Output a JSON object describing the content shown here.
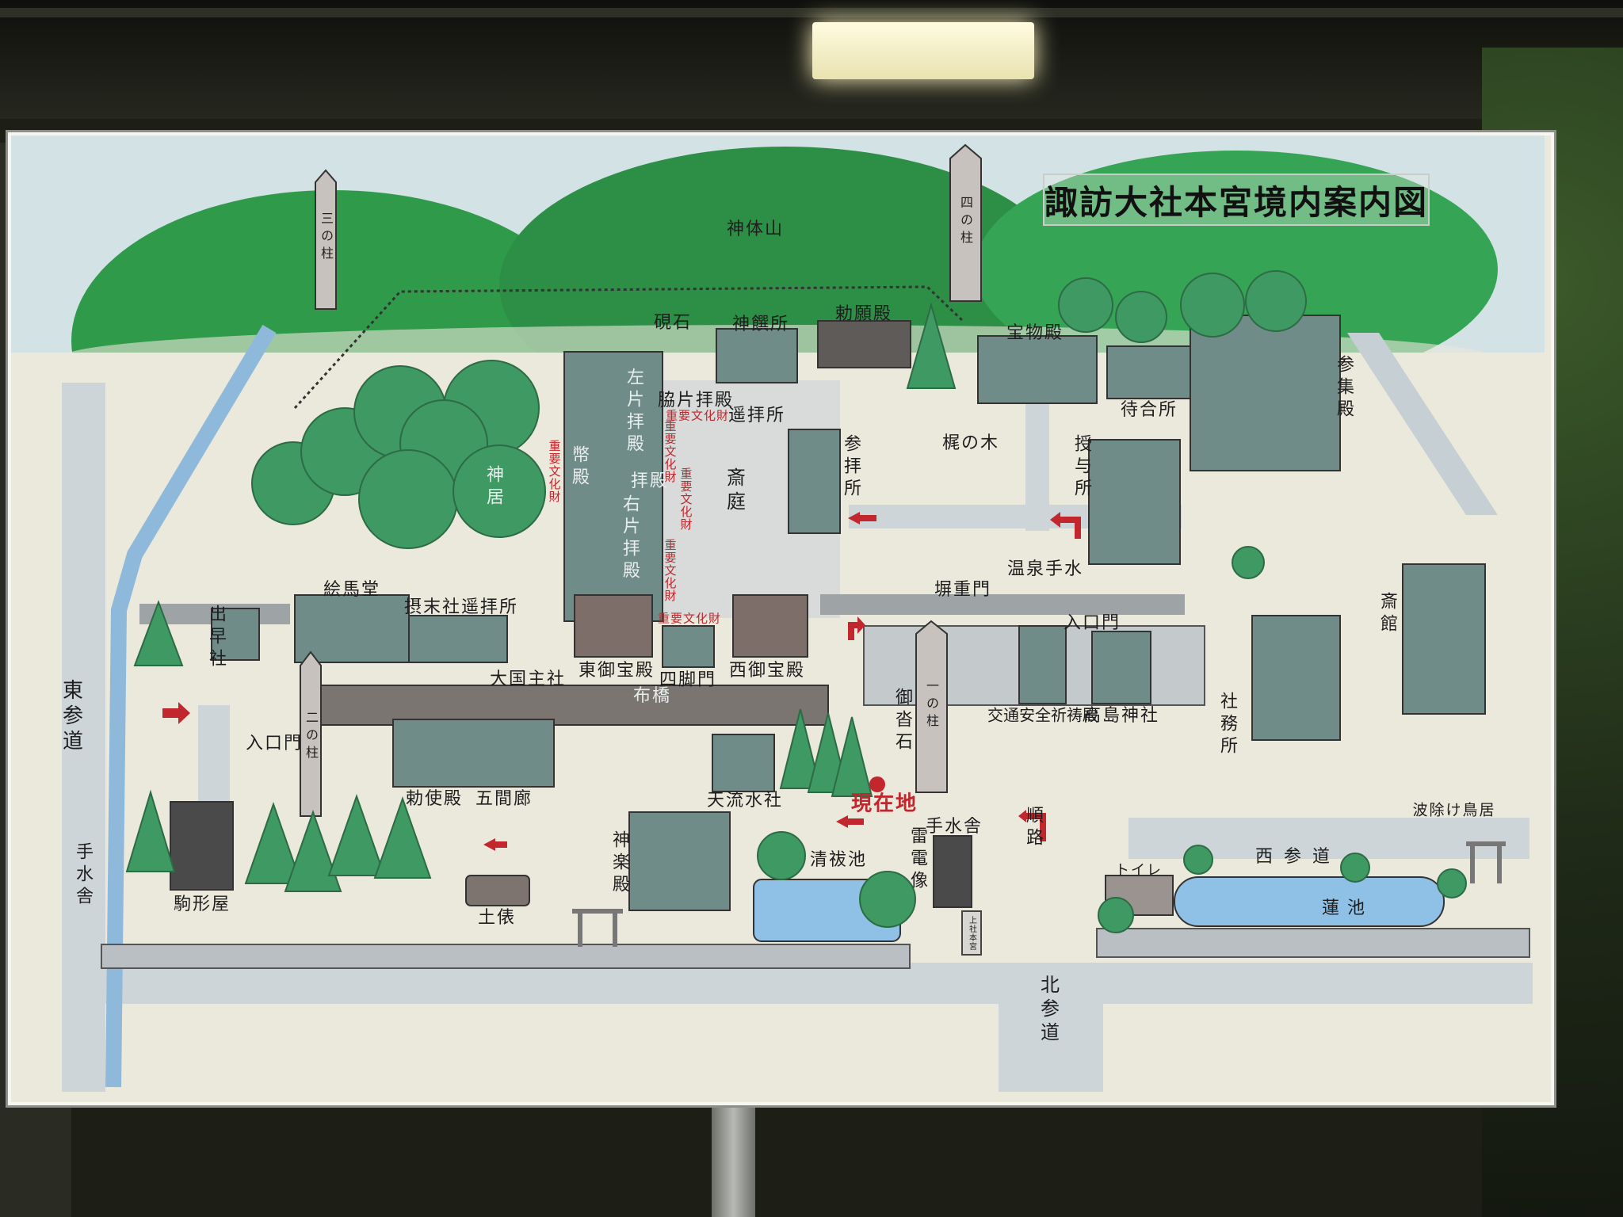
{
  "title": "諏訪大社本宮境内案内図",
  "colors": {
    "hill": "#2f9a4a",
    "roof": "#6f8c88",
    "road": "#cdd5d9",
    "water": "#8fc0e6",
    "tree": "#3e9a62",
    "route_arrow": "#c2272d",
    "board": "#ebe8dc"
  },
  "labels": {
    "shintaisan": "神体山",
    "pillar3": "三の柱",
    "pillar4": "四の柱",
    "pillar2": "二の柱",
    "pillar1": "一の柱",
    "suzuriishi": "硯石",
    "shinsenjo": "神饌所",
    "chokugan": "勅願殿",
    "homotsu": "宝物殿",
    "machiai": "待合所",
    "sanshu": "参集殿",
    "kaji": "梶の木",
    "wakikata": "脇片拝殿",
    "yohaijo": "遥拝所",
    "hidari": "左片拝殿",
    "heiden": "幣殿",
    "haiden": "拝殿",
    "migi": "右片拝殿",
    "saitei": "斎庭",
    "sanpaijo": "参拝所",
    "shinkyo": "神居",
    "juyo": "授与所",
    "onsen": "温泉手水",
    "heiju": "塀重門",
    "iriguchi_r": "入口門",
    "kotsu": "交通安全祈祷殿",
    "takashima": "高島神社",
    "saikan": "斎館",
    "shamusho": "社務所",
    "emado": "絵馬堂",
    "sesshamatsu": "摂末社遥拝所",
    "ideha": "出早社",
    "okuninushi": "大国主社",
    "higashi_hoden": "東御宝殿",
    "shikyakumon": "四脚門",
    "nishi_hoden": "西御宝殿",
    "nunohashi": "布橋",
    "higashi_sando": "東参道",
    "iriguchi_l": "入口門",
    "chokushi": "勅使殿",
    "gokenro": "五間廊",
    "tenryusui": "天流水社",
    "okutsu": "御沓石",
    "here": "現在地",
    "temizu_r": "手水舎",
    "raiden": "雷電像",
    "junro": "順路",
    "kiyoharai": "清祓池",
    "kagura": "神楽殿",
    "dohyo": "土俵",
    "komagata": "駒形屋",
    "temizu_l": "手水舎",
    "kita_sando": "北参道",
    "nishi_sando": "西参道",
    "namiyoke": "波除け鳥居",
    "toilet": "トイレ",
    "hasuike": "蓮池",
    "stele": "上社本宮",
    "bunkazai": "重要文化財"
  }
}
